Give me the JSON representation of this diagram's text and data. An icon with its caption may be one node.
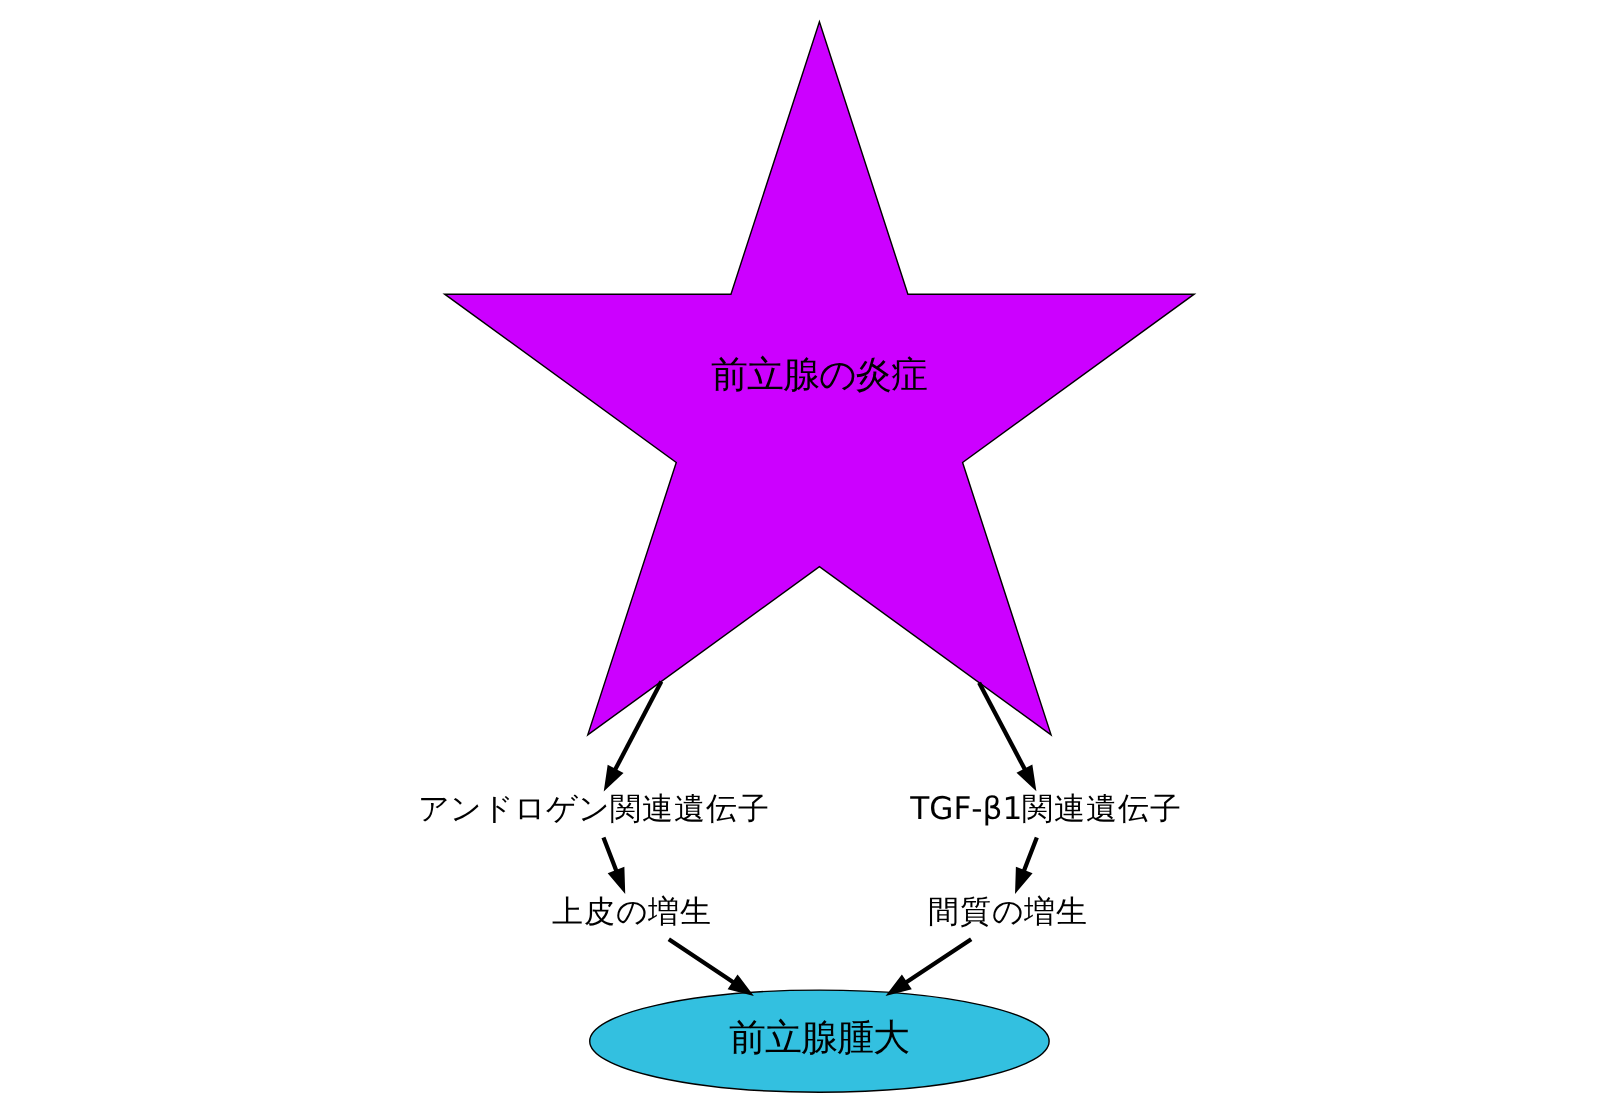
{
  "diagram": {
    "nodes": [
      {
        "text": [
          "前立腺の炎症"
        ]
      },
      {
        "text": [
          "アンドロゲン関連遺伝子"
        ]
      },
      {
        "text": [
          "TGF-β1関連遺伝子"
        ]
      },
      {
        "text": [
          "上皮の増生"
        ]
      },
      {
        "text": [
          "間質の増生"
        ]
      },
      {
        "text": [
          "前立腺腫大"
        ]
      }
    ],
    "edges": [
      {
        "from": 0,
        "to": 1,
        "arrow": "to"
      },
      {
        "from": 0,
        "to": 2,
        "arrow": "to"
      },
      {
        "from": 1,
        "to": 3,
        "arrow": "to"
      },
      {
        "from": 2,
        "to": 4,
        "arrow": "to"
      },
      {
        "from": 3,
        "to": 5,
        "arrow": "to"
      },
      {
        "from": 4,
        "to": 5,
        "arrow": "to"
      }
    ]
  }
}
